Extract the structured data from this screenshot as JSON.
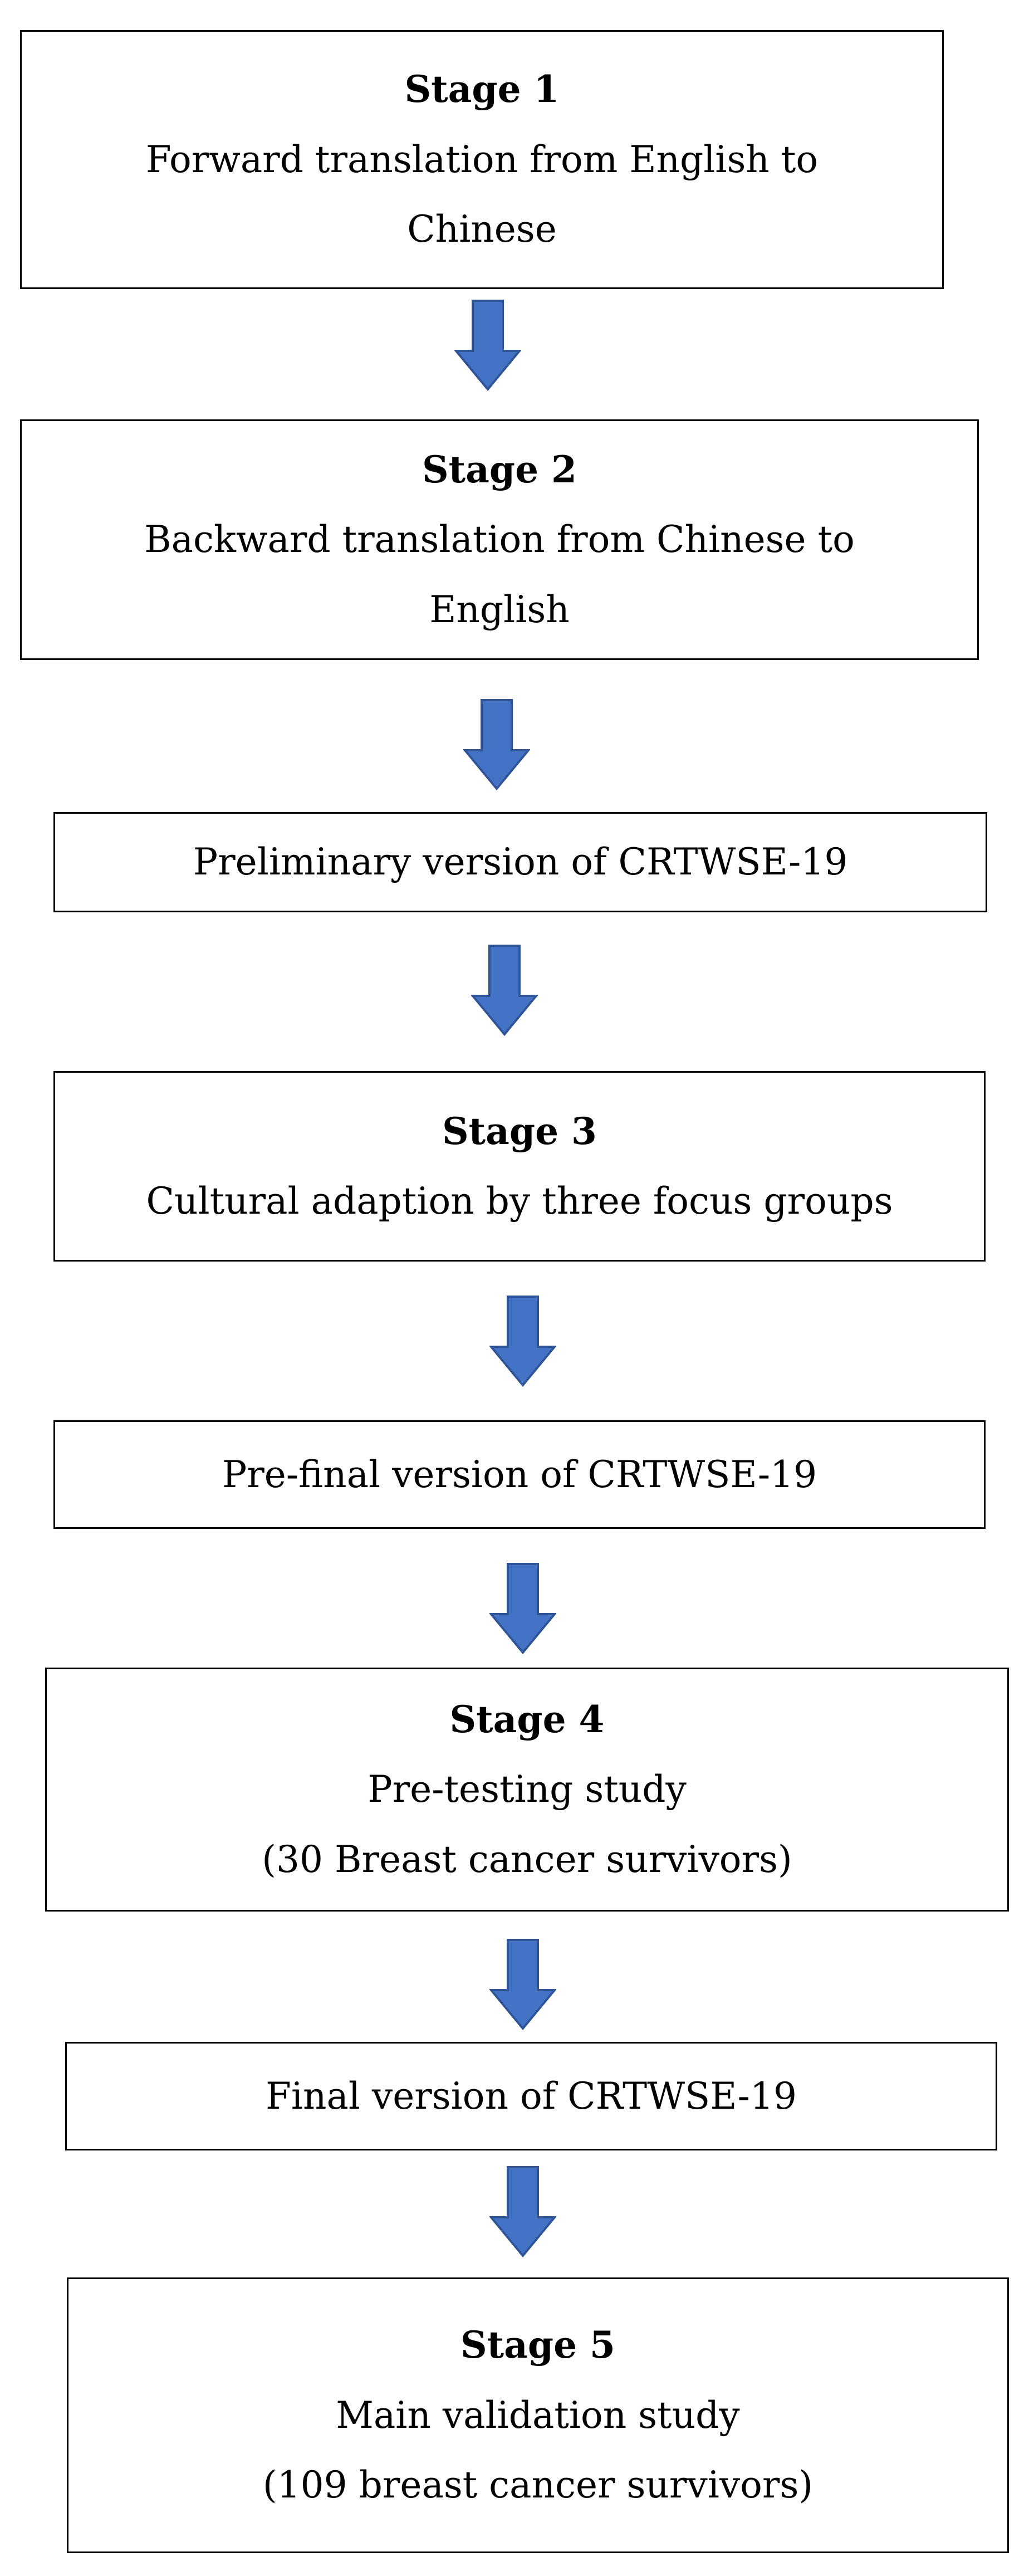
{
  "colors": {
    "arrow_fill": "#4472c4",
    "arrow_stroke": "#2f5597",
    "box_border": "#000000"
  },
  "icons": {
    "arrow": "down-arrow-icon"
  },
  "flow": {
    "stage1": {
      "title": "Stage 1",
      "line1": "Forward translation from English to",
      "line2": "Chinese"
    },
    "stage2": {
      "title": "Stage 2",
      "line1": "Backward translation from Chinese to",
      "line2": "English"
    },
    "preliminary": {
      "text": "Preliminary version of CRTWSE-19"
    },
    "stage3": {
      "title": "Stage 3",
      "line1": "Cultural adaption by three focus groups"
    },
    "prefinal": {
      "text": "Pre-final version of CRTWSE-19"
    },
    "stage4": {
      "title": "Stage 4",
      "line1": "Pre-testing study",
      "line2": "(30 Breast cancer survivors)"
    },
    "final": {
      "text": "Final version of CRTWSE-19"
    },
    "stage5": {
      "title": "Stage 5",
      "line1": "Main validation study",
      "line2": "(109 breast cancer survivors)"
    }
  }
}
